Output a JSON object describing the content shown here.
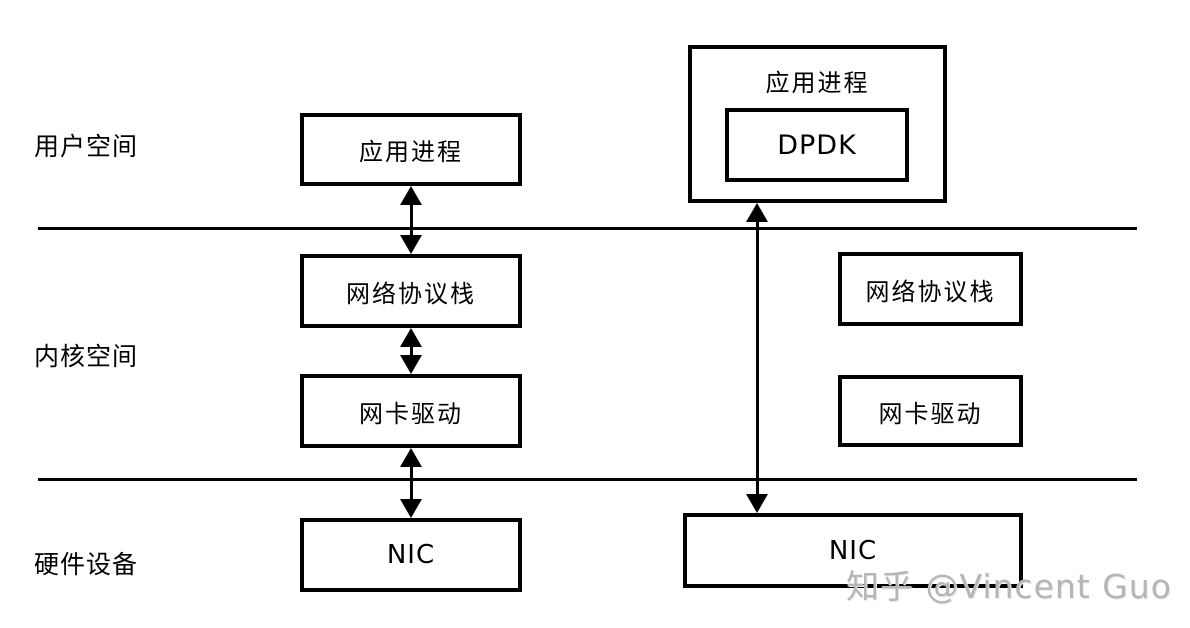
{
  "regions": [
    {
      "label": "用户空间"
    },
    {
      "label": "内核空间"
    },
    {
      "label": "硬件设备"
    }
  ],
  "traditional_path": {
    "app_process": "应用进程",
    "protocol_stack": "网络协议栈",
    "nic_driver": "网卡驱动",
    "nic": "NIC"
  },
  "dpdk_path": {
    "app_process": "应用进程",
    "dpdk": "DPDK",
    "protocol_stack": "网络协议栈",
    "nic_driver": "网卡驱动",
    "nic": "NIC"
  },
  "watermark": "知乎 @Vincent Guo",
  "colors": {
    "background": "#ffffff",
    "line": "#000000",
    "box_border": "#000000",
    "text": "#000000",
    "watermark": "#b6b6b6"
  }
}
